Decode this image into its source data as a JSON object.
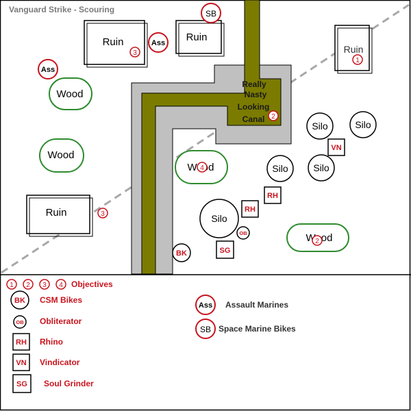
{
  "title": "Vanguard Strike - Scouring",
  "colors": {
    "objective_red": "#c8141e",
    "wood_green": "#2e8b2e",
    "canal_olive": "#7b7b00",
    "road_gray": "#c0c0c0",
    "deployment_dash": "#a8a8a8",
    "legend_text_red": "#c8141e"
  },
  "terrain": {
    "ruins": [
      {
        "label": "Ruin",
        "objective": "3"
      },
      {
        "label": "Ruin"
      },
      {
        "label": "Ruin",
        "objective": "1"
      },
      {
        "label": "Ruin",
        "objective": "3"
      }
    ],
    "woods": [
      {
        "label": "Wood"
      },
      {
        "label": "Wood"
      },
      {
        "label": "Wood",
        "objective": "4"
      },
      {
        "label": "Wood",
        "objective": "2"
      }
    ],
    "silos": [
      "Silo",
      "Silo",
      "Silo",
      "Silo",
      "Silo"
    ],
    "canal": {
      "label_lines": [
        "Really",
        "Nasty",
        "Looking",
        "Canal"
      ],
      "objective": "2"
    }
  },
  "units": {
    "sb_top": "SB",
    "ass_near_ruin": "Ass",
    "ass_left": "Ass",
    "vn": "VN",
    "rh_1": "RH",
    "rh_2": "RH",
    "ob": "OB",
    "sg": "SG",
    "bk": "BK"
  },
  "legend": {
    "objective_numbers": [
      "1",
      "2",
      "3",
      "4"
    ],
    "objectives_label": "Objectives",
    "bk": {
      "symbol": "BK",
      "label": "CSM Bikes"
    },
    "ob": {
      "symbol": "OB",
      "label": "Obliterator"
    },
    "rh": {
      "symbol": "RH",
      "label": "Rhino"
    },
    "vn": {
      "symbol": "VN",
      "label": "Vindicator"
    },
    "sg": {
      "symbol": "SG",
      "label": "Soul Grinder"
    },
    "ass": {
      "symbol": "Ass",
      "label": "Assault Marines"
    },
    "sb": {
      "symbol": "SB",
      "label": "Space Marine Bikes"
    }
  }
}
